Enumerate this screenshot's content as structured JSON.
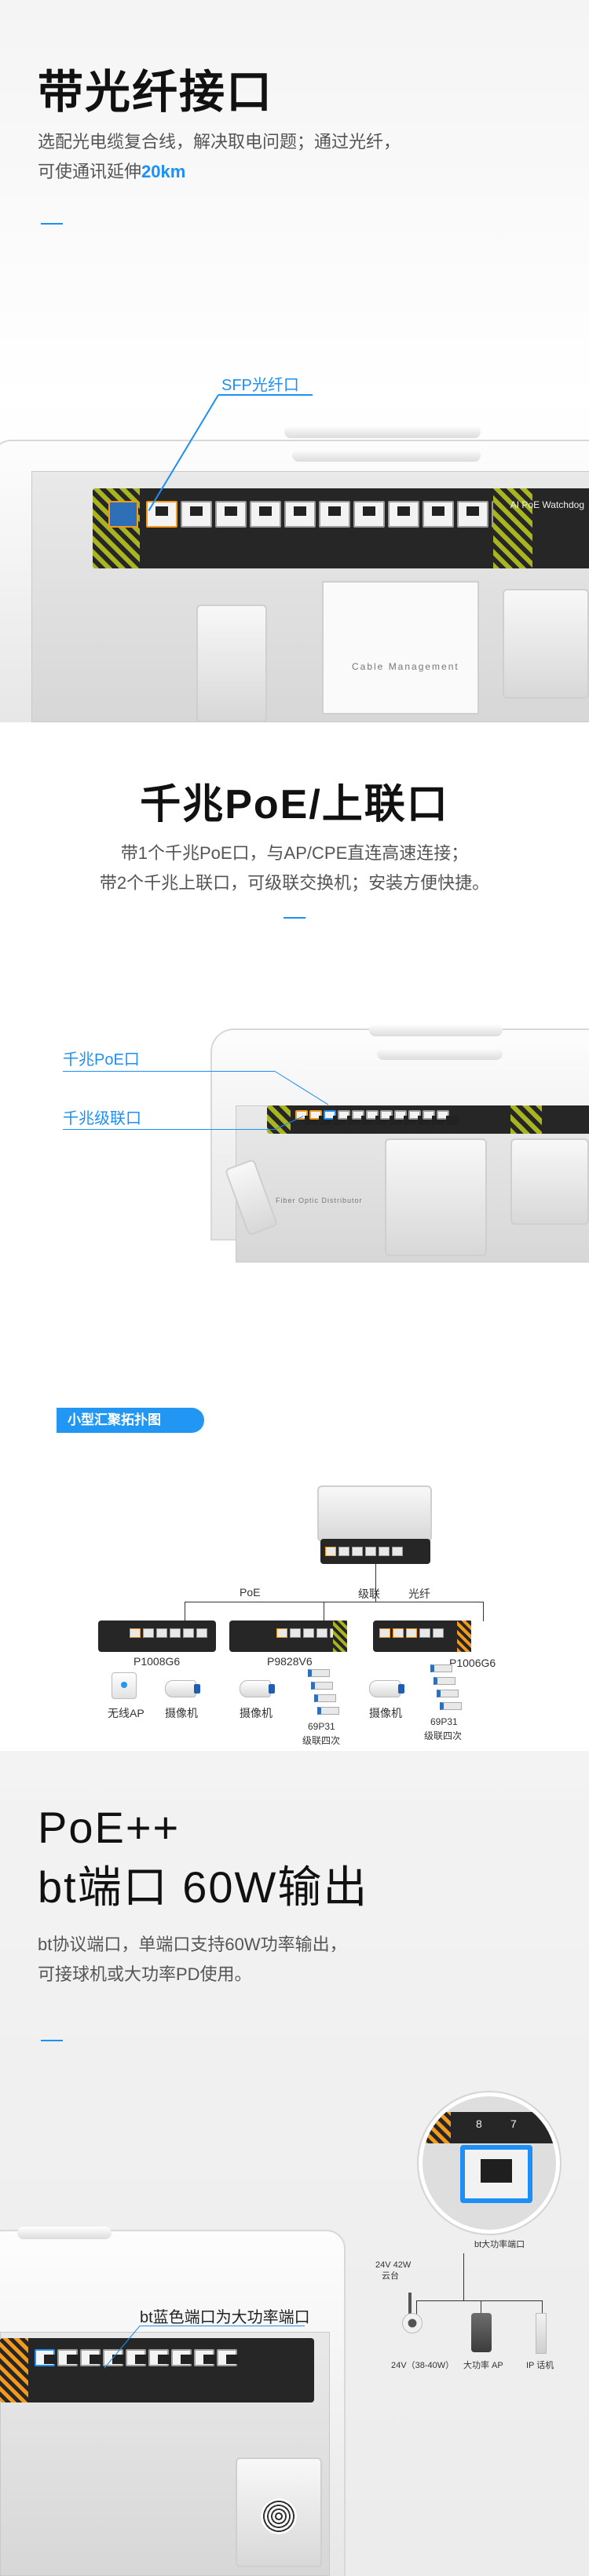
{
  "section1": {
    "title": "带光纤接口",
    "desc_line1": "选配光电缆复合线，解决取电问题；通过光纤，",
    "desc_line2_prefix": "可使通讯延伸",
    "desc_line2_highlight": "20km",
    "callout": "SFP光纤口",
    "brand": "AI PoE Watchdog",
    "tray_text": "Cable Management"
  },
  "section2": {
    "title": "千兆PoE/上联口",
    "desc_line1": "带1个千兆PoE口，与AP/CPE直连高速连接；",
    "desc_line2": "带2个千兆上联口，可级联交换机；安装方便快捷。",
    "callout_poe": "千兆PoE口",
    "callout_uplink": "千兆级联口",
    "inner_label": "Fiber Optic Distributor",
    "topology": {
      "tag": "小型汇聚拓扑图",
      "label_poe": "PoE",
      "label_cascade": "级联",
      "label_fiber": "光纤",
      "sw1": "P1008G6",
      "sw2": "P9828V6",
      "sw3": "P1006G6",
      "ap": "无线AP",
      "camera": "摄像机",
      "cascade_left_line1": "69P31",
      "cascade_left_line2": "级联四次",
      "cascade_right_line1": "69P31",
      "cascade_right_line2": "级联四次"
    }
  },
  "section3": {
    "title_line1": "PoE++",
    "title_line2": "bt端口 60W输出",
    "desc_line1": "bt协议端口，单端口支持60W功率输出，",
    "desc_line2": "可接球机或大功率PD使用。",
    "callout": "bt蓝色端口为大功率端口",
    "zoom_num1": "8",
    "zoom_num2": "7",
    "diagram": {
      "power_line1": "24V 42W",
      "power_line2": "云台",
      "port_label": "bt大功率端口",
      "dome_label": "24V（38-40W）",
      "ap_label": "大功率 AP",
      "ip_label": "IP 话机"
    }
  }
}
